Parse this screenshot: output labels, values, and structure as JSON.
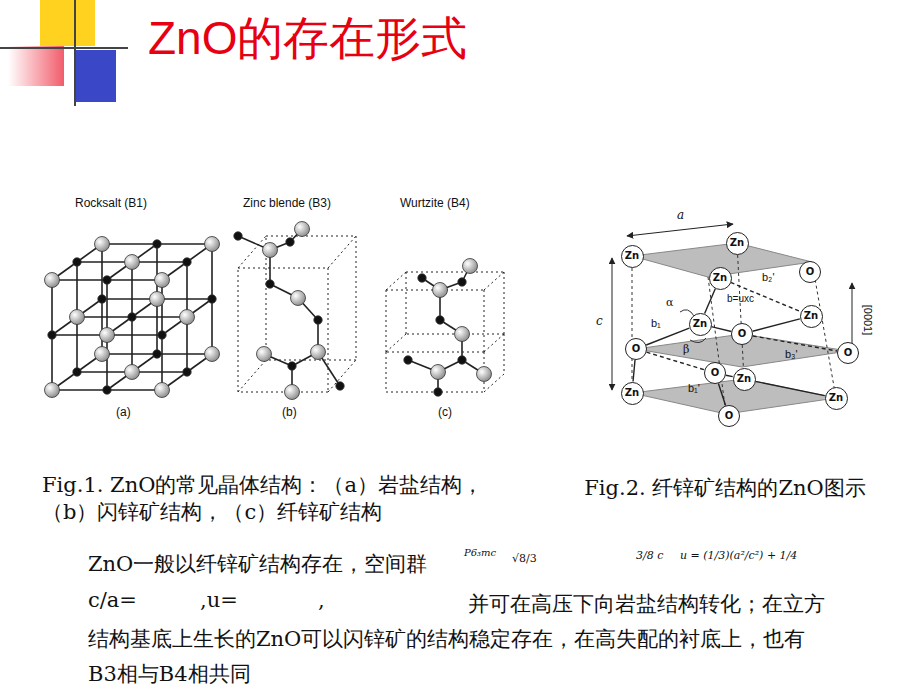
{
  "diagram": {
    "title": "ZnO的存在形式",
    "nodes": [
      {
        "text": [
          "Zn"
        ]
      },
      {
        "text": [
          "Zn"
        ]
      },
      {
        "text": [
          "Zn"
        ]
      },
      {
        "text": [
          "O"
        ]
      },
      {
        "text": [
          "Zn"
        ]
      },
      {
        "text": [
          "O"
        ]
      },
      {
        "text": [
          "Zn"
        ]
      },
      {
        "text": [
          "O"
        ]
      },
      {
        "text": [
          "O"
        ]
      },
      {
        "text": [
          "O"
        ]
      },
      {
        "text": [
          "Zn"
        ]
      },
      {
        "text": [
          "Zn"
        ]
      },
      {
        "text": [
          "Zn"
        ]
      },
      {
        "text": [
          "O"
        ]
      }
    ],
    "edges": [
      {
        "from": 2,
        "to": 4,
        "arrow": "none"
      },
      {
        "from": 4,
        "to": 7,
        "arrow": "none"
      },
      {
        "from": 4,
        "to": 5,
        "arrow": "none"
      },
      {
        "from": 5,
        "to": 6,
        "arrow": "none"
      },
      {
        "from": 7,
        "to": 11,
        "arrow": "none"
      },
      {
        "from": 9,
        "to": 10,
        "arrow": "none"
      },
      {
        "from": 10,
        "to": 12,
        "arrow": "none"
      },
      {
        "from": 9,
        "to": 13,
        "arrow": "none"
      },
      {
        "from": 2,
        "to": 6,
        "arrow": "none"
      },
      {
        "from": 5,
        "to": 8,
        "arrow": "none"
      },
      {
        "from": 7,
        "to": 9,
        "arrow": "none"
      }
    ],
    "labels": [
      "Rocksalt (B1)",
      "Zinc blende (B3)",
      "Wurtzite (B4)",
      "(a)",
      "(b)",
      "(c)",
      "a",
      "c",
      "b=uxc",
      "α",
      "β",
      "b₁",
      "b₁'",
      "b₂'",
      "b₃'",
      "[0001]",
      "Fig.1. ZnO的常见晶体结构：（a）岩盐结构，（b）闪锌矿结构，（c）纤锌矿结构",
      "Fig.2. 纤锌矿结构的ZnO图示",
      "ZnO一般以纤锌矿结构存在，空间群",
      "P6₃mc",
      "√8/3",
      "3/8 c",
      "u = (1/3)(a²/c²) + 1/4",
      "c/a=",
      ",u=",
      ",",
      "并可在高压下向岩盐结构转化；在立方结构基底上生长的ZnO可以闪锌矿的结构稳定存在，在高失配的衬底上，也有B3相与B4相共同"
    ]
  }
}
